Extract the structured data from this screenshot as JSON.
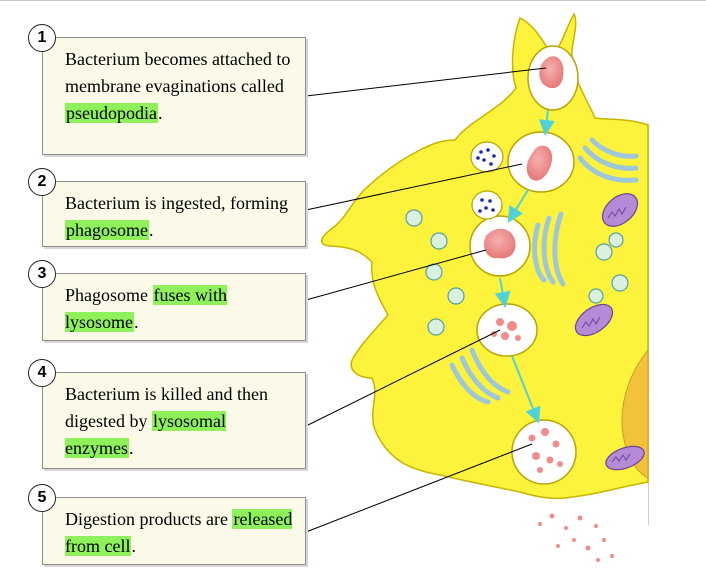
{
  "steps": [
    {
      "number": "1",
      "text": "Bacterium becomes attached to membrane evaginations called ",
      "highlight": "pseudopodia",
      "suffix": "."
    },
    {
      "number": "2",
      "text": "Bacterium is ingested, forming ",
      "highlight": "phagosome",
      "suffix": "."
    },
    {
      "number": "3",
      "text": "Phagosome ",
      "highlight": "fuses with lysosome",
      "suffix": "."
    },
    {
      "number": "4",
      "text": "Bacterium is killed and then digested by ",
      "highlight": "lysosomal enzymes",
      "suffix": "."
    },
    {
      "number": "5",
      "text": "Digestion products are ",
      "highlight": "released from cell",
      "suffix": "."
    }
  ],
  "colors": {
    "cell": "#fdf23c",
    "cell_outline": "#c9b400",
    "highlight": "#8ef05a",
    "arrow": "#4fd3d8",
    "bacterium": "#f08c8c",
    "mitochondria": "#b58ad6",
    "golgi": "#9ec7d9"
  }
}
